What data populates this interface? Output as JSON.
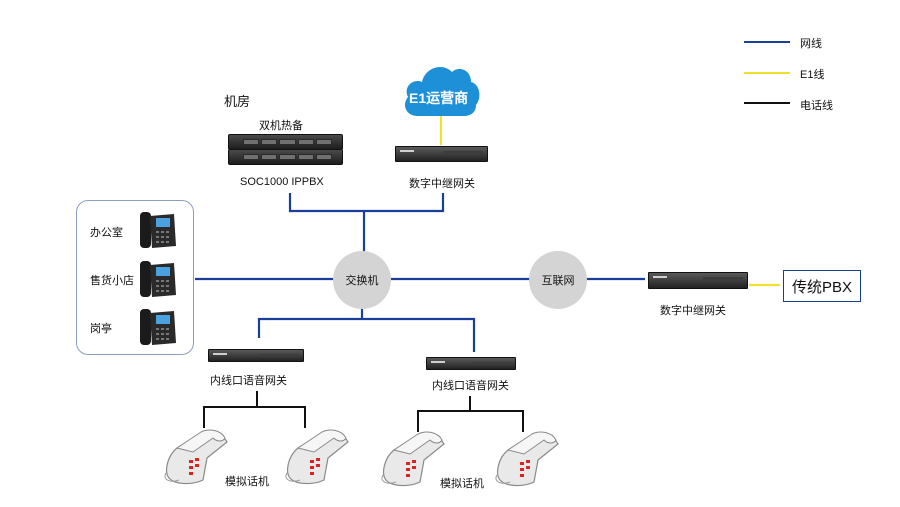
{
  "legend": {
    "items": [
      {
        "label": "网线",
        "color": "#1a3f9a"
      },
      {
        "label": "E1线",
        "color": "#f2e12c"
      },
      {
        "label": "电话线",
        "color": "#111111"
      }
    ]
  },
  "labels": {
    "server_room": "机房",
    "dual_hot_standby": "双机热备",
    "ippbx": "SOC1000  IPPBX",
    "cloud": "E1运营商",
    "digital_gw_top": "数字中继网关",
    "digital_gw_right": "数字中继网关",
    "switch": "交换机",
    "internet": "互联网",
    "legacy_pbx": "传统PBX",
    "office": "办公室",
    "shop": "售货小店",
    "guard_post": "岗亭",
    "fxs_gw_left": "内线口语音网关",
    "fxs_gw_right": "内线口语音网关",
    "analog_left": "模拟话机",
    "analog_right": "模拟话机"
  },
  "colors": {
    "network": "#1a3f9a",
    "e1": "#f2e12c",
    "phone": "#111111",
    "cloud": "#1e90d8",
    "circle": "#d4d4d4"
  },
  "icons": [
    "cloud-icon",
    "server-rack-icon",
    "gateway-icon",
    "ip-phone-icon",
    "analog-phone-icon"
  ]
}
